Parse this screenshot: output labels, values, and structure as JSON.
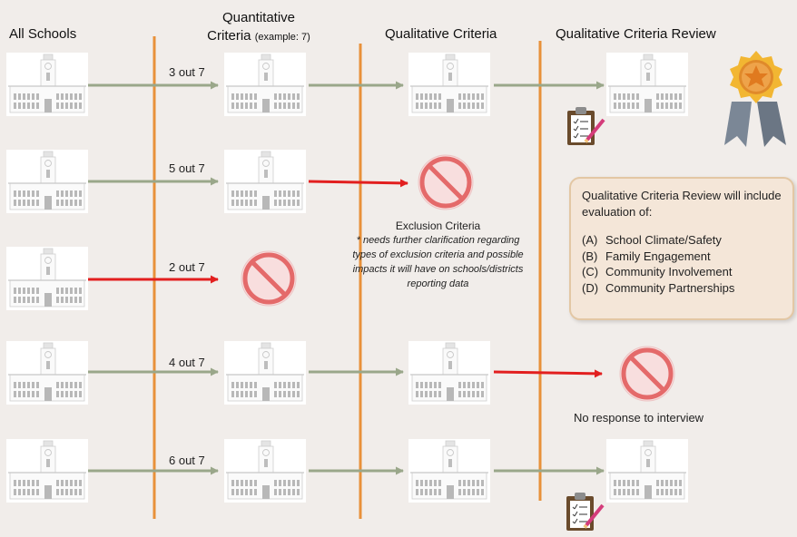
{
  "headers": {
    "all_schools": "All Schools",
    "quant_line1": "Quantitative",
    "quant_line2": "Criteria",
    "quant_example": "(example: 7)",
    "qual": "Qualitative Criteria",
    "qual_review": "Qualitative Criteria Review"
  },
  "rows": [
    {
      "score": "3 out 7",
      "outcome": "review"
    },
    {
      "score": "5 out 7",
      "outcome": "excluded at qualitative criteria"
    },
    {
      "score": "2 out 7",
      "outcome": "excluded at quantitative criteria"
    },
    {
      "score": "4 out 7",
      "outcome": "excluded at review"
    },
    {
      "score": "6 out 7",
      "outcome": "review"
    }
  ],
  "exclusion": {
    "title": "Exclusion Criteria",
    "note": "* needs further clarification regarding types of exclusion criteria and possible impacts it will have on schools/districts reporting data"
  },
  "review_box": {
    "title": "Qualitative Criteria Review will include evaluation of:",
    "items": [
      {
        "key": "(A)",
        "text": "School Climate/Safety"
      },
      {
        "key": "(B)",
        "text": "Family Engagement"
      },
      {
        "key": "(C)",
        "text": "Community Involvement"
      },
      {
        "key": "(D)",
        "text": "Community Partnerships"
      }
    ]
  },
  "no_response": "No response to interview",
  "colors": {
    "background": "#f1edea",
    "divider": "#e8913a",
    "flow_arrow": "#9aa78a",
    "exclusion_arrow": "#e21f1f",
    "prohibit_icon": "#e46a6a"
  },
  "icons": [
    "school-building-icon",
    "prohibited-icon",
    "clipboard-icon",
    "award-medal-icon"
  ]
}
